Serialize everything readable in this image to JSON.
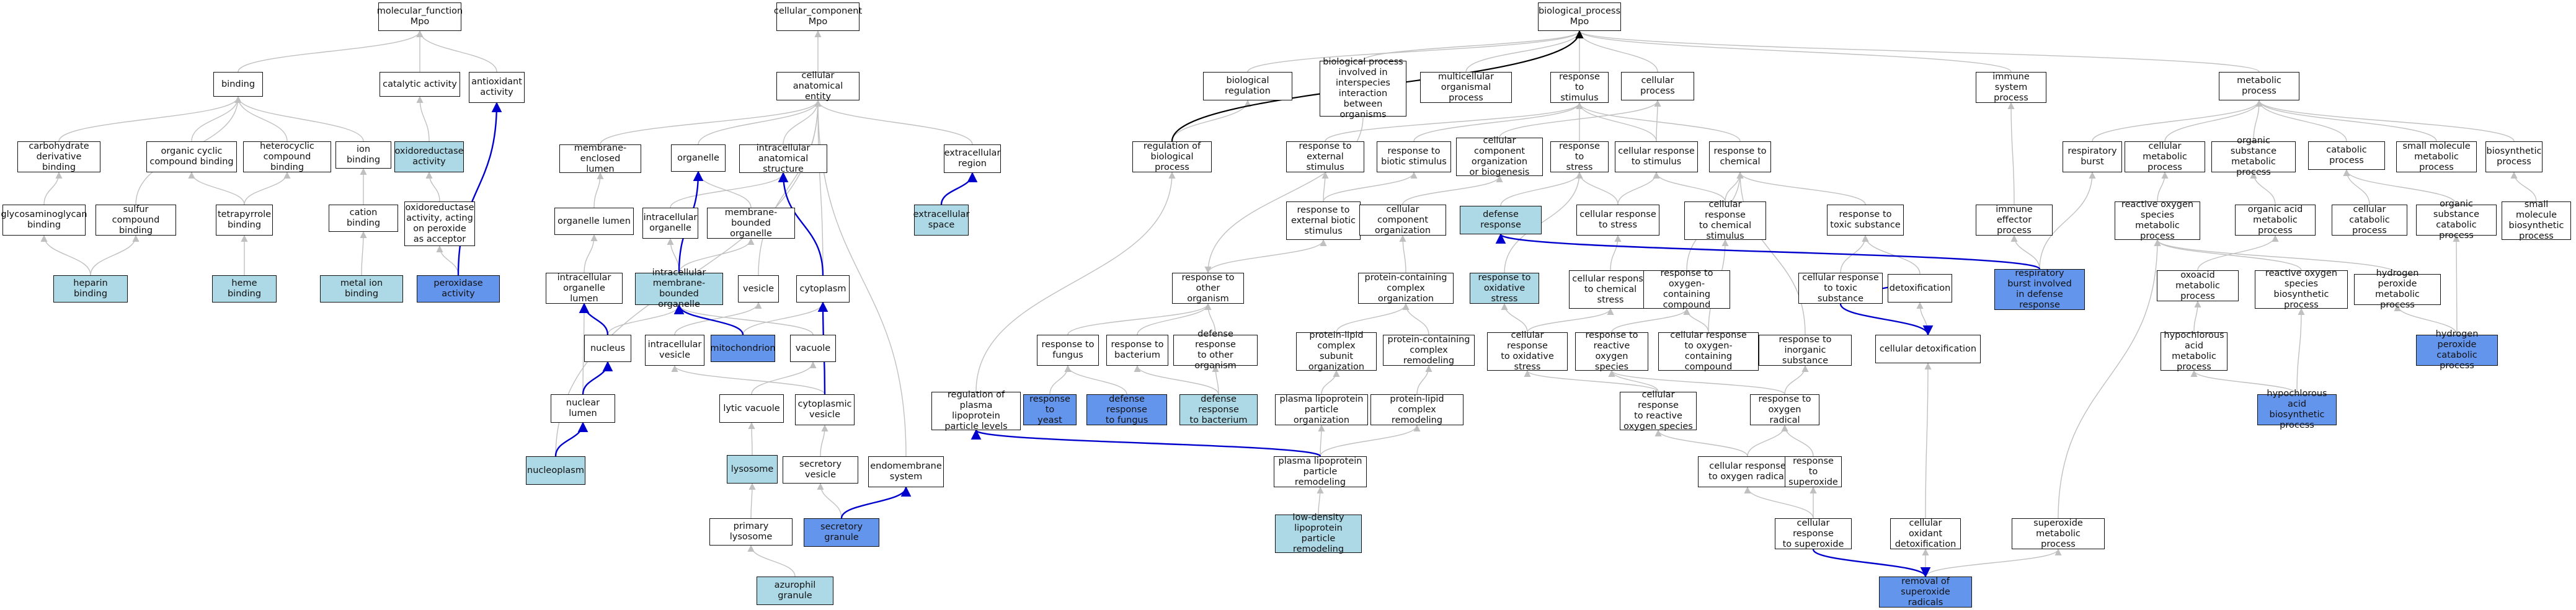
{
  "colors": {
    "plain": "#ffffff",
    "light": "#add8e6",
    "strong": "#6495ed",
    "edge": "#c0c0c0",
    "path": "#0000cd",
    "root_edge": "#000000"
  },
  "nodes": {
    "molecular_function": "molecular_function\nMpo",
    "cellular_component": "cellular_component\nMpo",
    "biological_process": "biological_process\nMpo",
    "binding": "binding",
    "catalytic_activity": "catalytic activity",
    "antioxidant_activity": "antioxidant\nactivity",
    "carbohydrate_derivative_binding": "carbohydrate\nderivative binding",
    "organic_cyclic_compound_binding": "organic cyclic\ncompound binding",
    "heterocyclic_compound_binding": "heterocyclic\ncompound binding",
    "ion_binding": "ion binding",
    "oxidoreductase_activity": "oxidoreductase\nactivity",
    "glycosaminoglycan_binding": "glycosaminoglycan\nbinding",
    "sulfur_compound_binding": "sulfur compound\nbinding",
    "tetrapyrrole_binding": "tetrapyrrole\nbinding",
    "cation_binding": "cation binding",
    "oxidoreductase_activity_peroxide": "oxidoreductase\nactivity, acting\non peroxide\nas acceptor",
    "heparin_binding": "heparin binding",
    "heme_binding": "heme binding",
    "metal_ion_binding": "metal ion binding",
    "peroxidase_activity": "peroxidase activity",
    "cellular_anatomical_entity": "cellular anatomical\nentity",
    "membrane_enclosed_lumen": "membrane-enclosed\nlumen",
    "organelle": "organelle",
    "intracellular_anatomical_structure": "intracellular\nanatomical structure",
    "extracellular_region": "extracellular\nregion",
    "organelle_lumen": "organelle lumen",
    "intracellular_organelle": "intracellular\norganelle",
    "membrane_bounded_organelle": "membrane-bounded\norganelle",
    "extracellular_space": "extracellular\nspace",
    "intracellular_organelle_lumen": "intracellular\norganelle lumen",
    "intracellular_membrane_bounded_organelle": "intracellular\nmembrane-bounded\norganelle",
    "vesicle": "vesicle",
    "cytoplasm": "cytoplasm",
    "nucleus": "nucleus",
    "intracellular_vesicle": "intracellular\nvesicle",
    "mitochondrion": "mitochondrion",
    "vacuole": "vacuole",
    "nuclear_lumen": "nuclear lumen",
    "lytic_vacuole": "lytic vacuole",
    "cytoplasmic_vesicle": "cytoplasmic\nvesicle",
    "nucleoplasm": "nucleoplasm",
    "lysosome": "lysosome",
    "secretory_vesicle": "secretory vesicle",
    "endomembrane_system": "endomembrane\nsystem",
    "primary_lysosome": "primary lysosome",
    "secretory_granule": "secretory granule",
    "azurophil_granule": "azurophil granule",
    "biological_regulation": "biological regulation",
    "bp_interspecies": "biological process\ninvolved in\ninterspecies\ninteraction\nbetween organisms",
    "multicellular_organismal_process": "multicellular\norganismal process",
    "response_to_stimulus": "response to\nstimulus",
    "cellular_process": "cellular process",
    "immune_system_process": "immune system\nprocess",
    "metabolic_process": "metabolic process",
    "regulation_of_biological_process": "regulation of\nbiological process",
    "response_to_external_stimulus": "response to\nexternal stimulus",
    "response_to_biotic_stimulus": "response to\nbiotic stimulus",
    "cellular_component_org_biogenesis": "cellular component\norganization\nor biogenesis",
    "response_to_stress": "response to\nstress",
    "cellular_response_to_stimulus": "cellular response\nto stimulus",
    "response_to_chemical": "response to\nchemical",
    "respiratory_burst": "respiratory\nburst",
    "cellular_metabolic_process": "cellular metabolic\nprocess",
    "organic_substance_metabolic_process": "organic substance\nmetabolic process",
    "catabolic_process": "catabolic process",
    "small_molecule_metabolic_process": "small molecule\nmetabolic process",
    "biosynthetic_process": "biosynthetic\nprocess",
    "response_to_external_biotic_stimulus": "response to\nexternal biotic\nstimulus",
    "cellular_component_organization": "cellular component\norganization",
    "defense_response": "defense response",
    "cellular_response_to_stress": "cellular response\nto stress",
    "cellular_response_to_chemical_stimulus": "cellular response\nto chemical\nstimulus",
    "response_to_toxic_substance": "response to\ntoxic substance",
    "immune_effector_process": "immune effector\nprocess",
    "reactive_oxygen_species_metabolic_process": "reactive oxygen\nspecies metabolic\nprocess",
    "organic_acid_metabolic_process": "organic acid\nmetabolic process",
    "cellular_catabolic_process": "cellular catabolic\nprocess",
    "organic_substance_catabolic_process": "organic substance\ncatabolic process",
    "small_molecule_biosynthetic_process": "small molecule\nbiosynthetic\nprocess",
    "response_to_other_organism": "response to\nother organism",
    "protein_containing_complex_organization": "protein-containing\ncomplex organization",
    "response_to_oxidative_stress": "response to\noxidative stress",
    "cellular_response_to_chemical_stress": "cellular response\nto chemical\nstress",
    "response_to_oxygen_containing_compound": "response to\noxygen-containing\ncompound",
    "cellular_response_to_toxic_substance": "cellular response\nto toxic substance",
    "detoxification": "detoxification",
    "respiratory_burst_defense": "respiratory\nburst involved\nin defense response",
    "oxoacid_metabolic_process": "oxoacid metabolic\nprocess",
    "ros_biosynthetic_process": "reactive oxygen\nspecies biosynthetic\nprocess",
    "hydrogen_peroxide_metabolic_process": "hydrogen peroxide\nmetabolic process",
    "response_to_fungus": "response to\nfungus",
    "response_to_bacterium": "response to\nbacterium",
    "defense_response_to_other_organism": "defense response\nto other organism",
    "protein_lipid_complex_subunit_organization": "protein-lipid\ncomplex subunit\norganization",
    "protein_containing_complex_remodeling": "protein-containing\ncomplex remodeling",
    "cellular_response_to_oxidative_stress": "cellular response\nto oxidative\nstress",
    "response_to_reactive_oxygen_species": "response to\nreactive oxygen\nspecies",
    "cellular_response_to_oxygen_containing_compound": "cellular response\nto oxygen-containing\ncompound",
    "response_to_inorganic_substance": "response to\ninorganic substance",
    "cellular_detoxification": "cellular detoxification",
    "hypochlorous_acid_metabolic_process": "hypochlorous\nacid metabolic\nprocess",
    "hydrogen_peroxide_catabolic_process": "hydrogen peroxide\ncatabolic process",
    "regulation_of_plasma_lipoprotein_particle_levels": "regulation of\nplasma lipoprotein\nparticle levels",
    "response_to_yeast": "response to\nyeast",
    "defense_response_to_fungus": "defense response\nto fungus",
    "defense_response_to_bacterium": "defense response\nto bacterium",
    "plasma_lipoprotein_particle_organization": "plasma lipoprotein\nparticle organization",
    "protein_lipid_complex_remodeling": "protein-lipid\ncomplex remodeling",
    "cellular_response_to_ros": "cellular response\nto reactive\noxygen species",
    "response_to_oxygen_radical": "response to\noxygen radical",
    "hypochlorous_acid_biosynthetic_process": "hypochlorous\nacid biosynthetic\nprocess",
    "plasma_lipoprotein_particle_remodeling": "plasma lipoprotein\nparticle remodeling",
    "cellular_response_to_oxygen_radical": "cellular response\nto oxygen radical",
    "response_to_superoxide": "response to\nsuperoxide",
    "low_density_lipoprotein_particle_remodeling": "low-density\nlipoprotein\nparticle remodeling",
    "cellular_response_to_superoxide": "cellular response\nto superoxide",
    "cellular_oxidant_detoxification": "cellular oxidant\ndetoxification",
    "superoxide_metabolic_process": "superoxide metabolic\nprocess",
    "removal_of_superoxide_radicals": "removal of superoxide\nradicals"
  }
}
